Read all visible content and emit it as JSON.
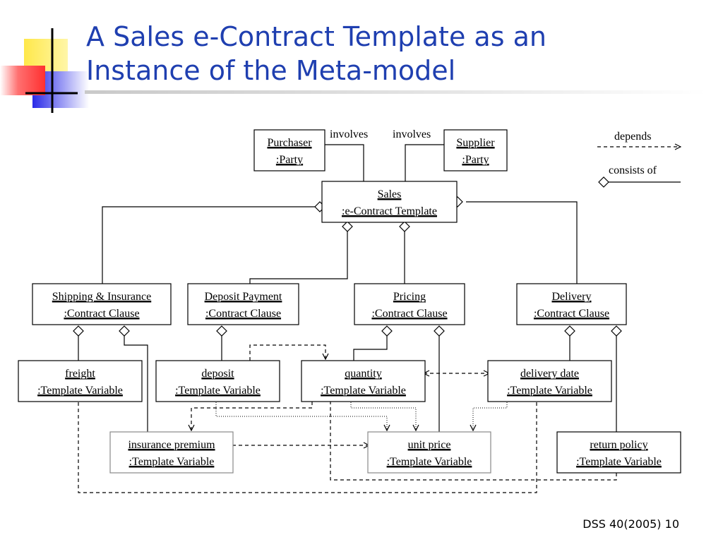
{
  "title": {
    "line1": "A Sales e-Contract Template as an",
    "line2": "Instance of the Meta-model"
  },
  "footer": "DSS 40(2005) 10",
  "legend": {
    "depends": "depends",
    "consists_of": "consists of"
  },
  "relations": {
    "involves_left": "involves",
    "involves_right": "involves"
  },
  "nodes": {
    "purchaser": {
      "name": "Purchaser",
      "type": ":Party"
    },
    "supplier": {
      "name": "Supplier",
      "type": ":Party"
    },
    "sales": {
      "name": "Sales",
      "type": ":e-Contract Template"
    },
    "shipping": {
      "name": "Shipping & Insurance",
      "type": ":Contract Clause"
    },
    "deposit_payment": {
      "name": "Deposit Payment",
      "type": ":Contract Clause"
    },
    "pricing": {
      "name": "Pricing",
      "type": ":Contract Clause"
    },
    "delivery": {
      "name": "Delivery",
      "type": ":Contract Clause"
    },
    "freight": {
      "name": "freight",
      "type": ":Template Variable"
    },
    "deposit": {
      "name": "deposit",
      "type": ":Template Variable"
    },
    "quantity": {
      "name": "quantity",
      "type": ":Template Variable"
    },
    "delivery_date": {
      "name": "delivery date",
      "type": ":Template Variable"
    },
    "insurance_premium": {
      "name": "insurance premium",
      "type": ":Template Variable"
    },
    "unit_price": {
      "name": "unit price",
      "type": ":Template Variable"
    },
    "return_policy": {
      "name": "return policy",
      "type": ":Template Variable"
    }
  }
}
